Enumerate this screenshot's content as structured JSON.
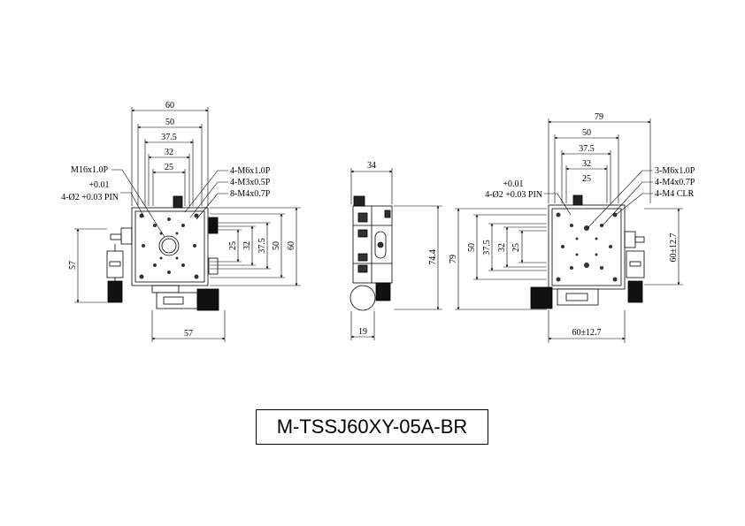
{
  "model_number": "M-TSSJ60XY-05A-BR",
  "top_view": {
    "dims_top": [
      "60",
      "50",
      "37.5",
      "32",
      "25"
    ],
    "dims_right": [
      "25",
      "32",
      "37.5",
      "50",
      "60"
    ],
    "dim_left": "57",
    "dim_bottom": "57",
    "callouts_left": [
      "M16x1.0P",
      "+0.01",
      "4-Ø2 +0.03 PIN"
    ],
    "callouts_right": [
      "4-M6x1.0P",
      "4-M3x0.5P",
      "8-M4x0.7P"
    ]
  },
  "side_view": {
    "dim_top": "34",
    "dim_right": "74.4",
    "dim_bottom": "19"
  },
  "bottom_view": {
    "dims_top": [
      "79",
      "50",
      "37.5",
      "32",
      "25"
    ],
    "dims_left": [
      "79",
      "50",
      "37.5",
      "32",
      "25"
    ],
    "dim_right": "60±12.7",
    "dim_bottom": "60±12.7",
    "callouts_left": [
      "+0.01",
      "4-Ø2 +0.03 PIN"
    ],
    "callouts_right": [
      "3-M6x1.0P",
      "4-M4x0.7P",
      "4-M4 CLR"
    ]
  }
}
